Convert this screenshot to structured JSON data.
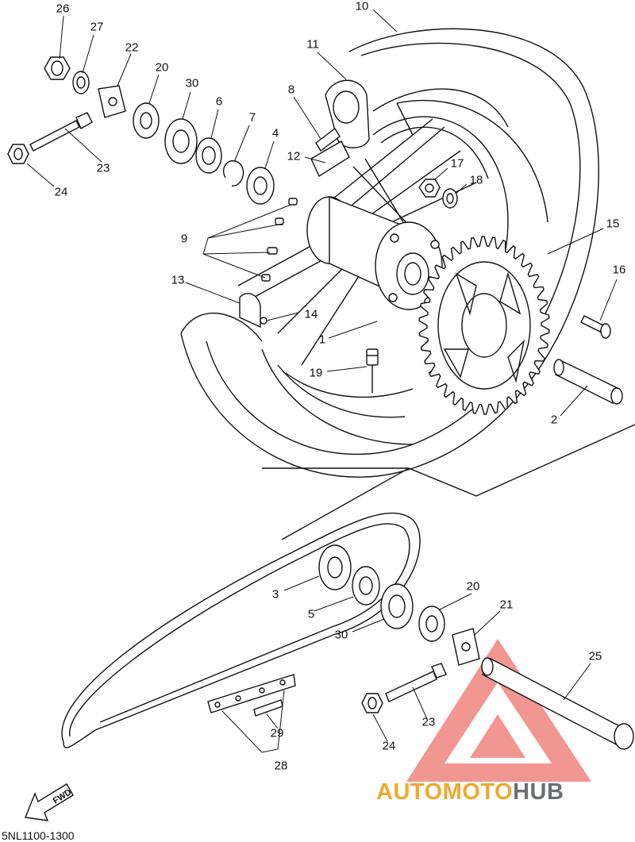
{
  "diagram": {
    "code": "5NL1100-1300",
    "fwd_label": "FWD",
    "watermark": {
      "auto": "AUTO",
      "moto": "MOTO",
      "hub": "HUB",
      "accent_color": "#f0a82e",
      "secondary_color": "#6b6f74",
      "logo_color": "#e8423a"
    },
    "part_labels": [
      {
        "id": "p26",
        "text": "26"
      },
      {
        "id": "p27",
        "text": "27"
      },
      {
        "id": "p22",
        "text": "22"
      },
      {
        "id": "p20a",
        "text": "20"
      },
      {
        "id": "p30a",
        "text": "30"
      },
      {
        "id": "p6",
        "text": "6"
      },
      {
        "id": "p7",
        "text": "7"
      },
      {
        "id": "p4",
        "text": "4"
      },
      {
        "id": "p23a",
        "text": "23"
      },
      {
        "id": "p24a",
        "text": "24"
      },
      {
        "id": "p10",
        "text": "10"
      },
      {
        "id": "p11",
        "text": "11"
      },
      {
        "id": "p8",
        "text": "8"
      },
      {
        "id": "p12",
        "text": "12"
      },
      {
        "id": "p17",
        "text": "17"
      },
      {
        "id": "p18",
        "text": "18"
      },
      {
        "id": "p15",
        "text": "15"
      },
      {
        "id": "p16",
        "text": "16"
      },
      {
        "id": "p9",
        "text": "9"
      },
      {
        "id": "p13",
        "text": "13"
      },
      {
        "id": "p14",
        "text": "14"
      },
      {
        "id": "p1",
        "text": "1"
      },
      {
        "id": "p19",
        "text": "19"
      },
      {
        "id": "p2",
        "text": "2"
      },
      {
        "id": "p3",
        "text": "3"
      },
      {
        "id": "p5",
        "text": "5"
      },
      {
        "id": "p30b",
        "text": "30"
      },
      {
        "id": "p20b",
        "text": "20"
      },
      {
        "id": "p21",
        "text": "21"
      },
      {
        "id": "p25",
        "text": "25"
      },
      {
        "id": "p23b",
        "text": "23"
      },
      {
        "id": "p24b",
        "text": "24"
      },
      {
        "id": "p29",
        "text": "29"
      },
      {
        "id": "p28",
        "text": "28"
      }
    ]
  }
}
